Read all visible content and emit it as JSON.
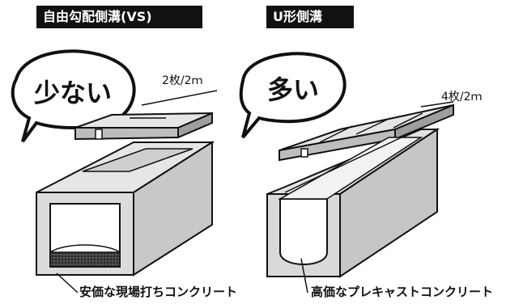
{
  "left": {
    "title": "自由勾配側溝(VS)",
    "speech": "少ない",
    "lid_count": "2枚/2ｍ",
    "caption": "安価な現場打ちコンクリート"
  },
  "right": {
    "title": "U形側溝",
    "speech": "多い",
    "lid_count": "4枚/2ｍ",
    "caption": "高価なプレキャストコンクリート"
  },
  "colors": {
    "ink": "#111111",
    "concrete_light": "#e6e6e6",
    "concrete_mid": "#cfcfcf",
    "concrete_dark": "#a8a8a8",
    "title_bg": "#111111"
  }
}
